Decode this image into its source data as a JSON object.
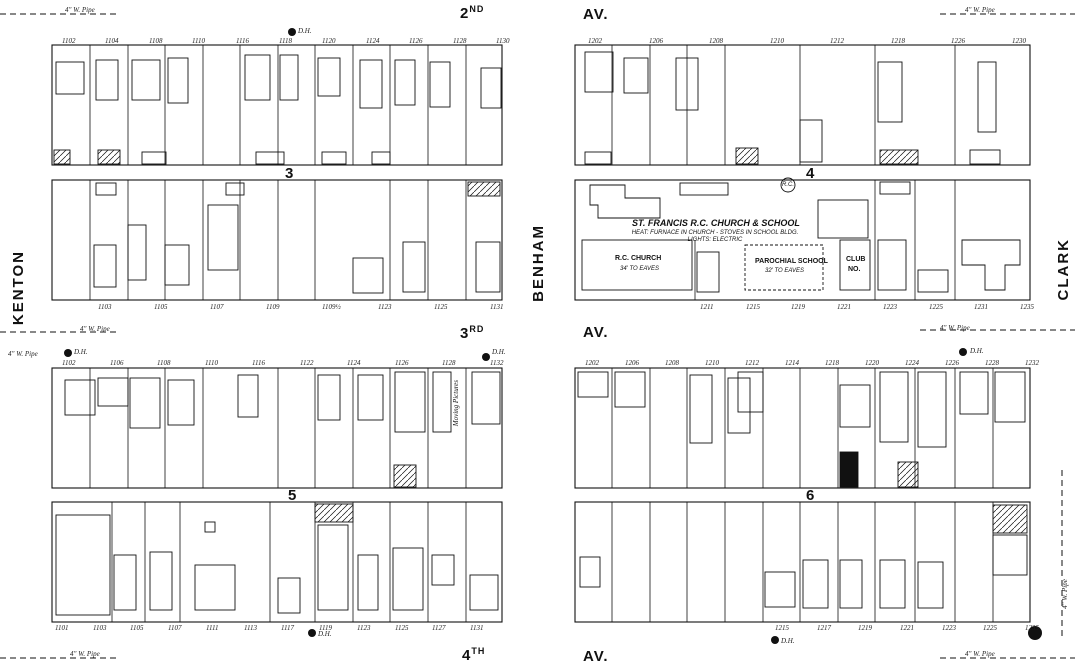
{
  "streets": {
    "top_left": "2",
    "top_left_suffix": "ND",
    "top_right": "AV.",
    "middle_left": "3",
    "middle_left_suffix": "RD",
    "middle_right": "AV.",
    "bottom_left": "4",
    "bottom_left_suffix": "TH",
    "bottom_right": "AV.",
    "west": "KENTON",
    "center": "BENHAM",
    "east": "CLARK"
  },
  "blocks": [
    "3",
    "4",
    "5",
    "6"
  ],
  "pipe_labels": [
    "4\" W. Pipe",
    "4\" W. Pipe",
    "4\" W. Pipe",
    "4\" W. Pipe",
    "4\" W. Pipe",
    "4\" W. Pipe",
    "4\" W. Pipe",
    "4\" W. Pipe"
  ],
  "hydrant_label": "D.H.",
  "block4_text": {
    "church_school": "ST. FRANCIS R.C. CHURCH & SCHOOL",
    "church_note": "HEAT: FURNACE IN CHURCH - STOVES IN SCHOOL BLDG. LIGHTS: ELECTRIC",
    "rc_church": "R.C. CHURCH",
    "rc_church_sub": "34' TO EAVES",
    "parochial": "PAROCHIAL SCHOOL",
    "parochial_sub": "32' TO EAVES",
    "club": "CLUB",
    "club_no": "NO.",
    "rc": "R.C."
  },
  "block5_text": {
    "moving_pictures": "Moving Pictures"
  },
  "address_numbers": {
    "b3_top": [
      "1102",
      "1104",
      "1108",
      "1110",
      "1116",
      "1118",
      "1120",
      "1124",
      "1126",
      "1128",
      "1130"
    ],
    "b3_bottom": [
      "1103",
      "1105",
      "1107",
      "1109",
      "1109½",
      "1123",
      "1125",
      "1131"
    ],
    "b4_top": [
      "1202",
      "1206",
      "1208",
      "1210",
      "1212",
      "1218",
      "1226",
      "1230"
    ],
    "b4_bottom": [
      "1211",
      "1215",
      "1219",
      "1221",
      "1223",
      "1225",
      "1231",
      "1235"
    ],
    "b5_top": [
      "1102",
      "1106",
      "1108",
      "1110",
      "1116",
      "1122",
      "1124",
      "1126",
      "1128",
      "1132"
    ],
    "b5_bottom": [
      "1101",
      "1103",
      "1105",
      "1107",
      "1111",
      "1113",
      "1117",
      "1119",
      "1123",
      "1125",
      "1127",
      "1131"
    ],
    "b6_top": [
      "1202",
      "1206",
      "1208",
      "1210",
      "1212",
      "1214",
      "1218",
      "1220",
      "1224",
      "1226",
      "1228",
      "1232"
    ],
    "b6_bottom": [
      "1215",
      "1217",
      "1219",
      "1221",
      "1223",
      "1225",
      "1235"
    ]
  },
  "colors": {
    "ink": "#111111",
    "paper": "#ffffff"
  }
}
